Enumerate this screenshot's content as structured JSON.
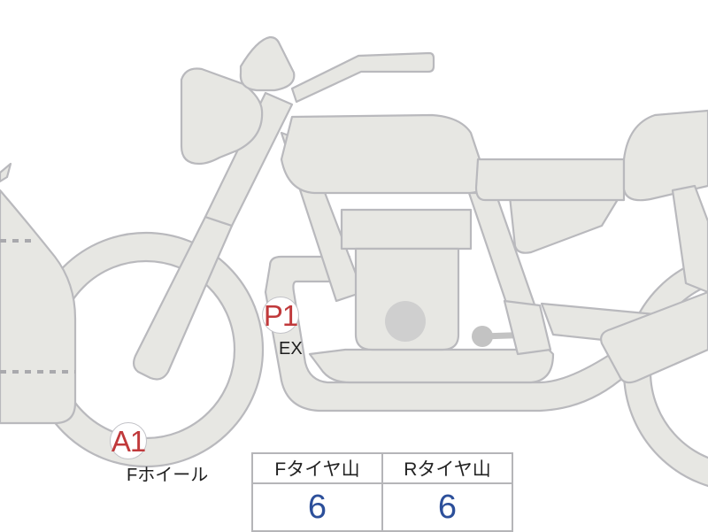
{
  "diagram": {
    "subject": "motorcycle-side-view",
    "colors": {
      "body_fill": "#e7e7e3",
      "outline": "#b9b9bd",
      "marker_text": "#c0393b",
      "value_text": "#2c4f9a"
    }
  },
  "markers": [
    {
      "code": "A1",
      "label": "Fホイール"
    },
    {
      "code": "P1",
      "label": "EX"
    }
  ],
  "tread_table": {
    "headers": [
      "Fタイヤ山",
      "Rタイヤ山"
    ],
    "values": [
      "6",
      "6"
    ]
  }
}
